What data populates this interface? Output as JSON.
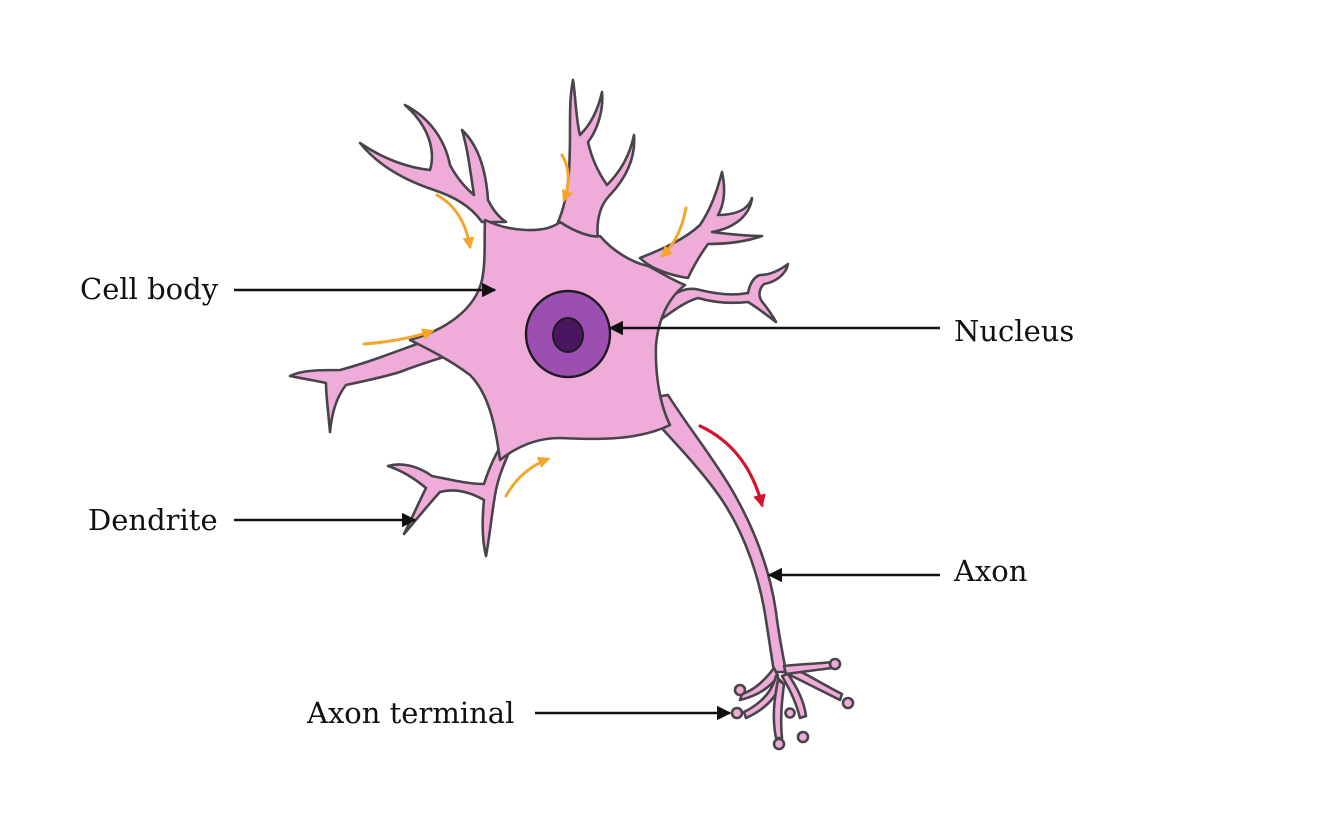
{
  "labels": {
    "cell_body": "Cell body",
    "dendrite": "Dendrite",
    "axon_terminal": "Axon terminal",
    "nucleus": "Nucleus",
    "axon": "Axon"
  },
  "colors": {
    "cell_fill": "#f0acd8",
    "cell_outline": "#47444a",
    "nucleus_fill": "#9b4fb0",
    "nucleolus_fill": "#4a1660",
    "input_arrow": "#f4a62c",
    "output_arrow": "#d3132f",
    "pointer": "#111111"
  }
}
